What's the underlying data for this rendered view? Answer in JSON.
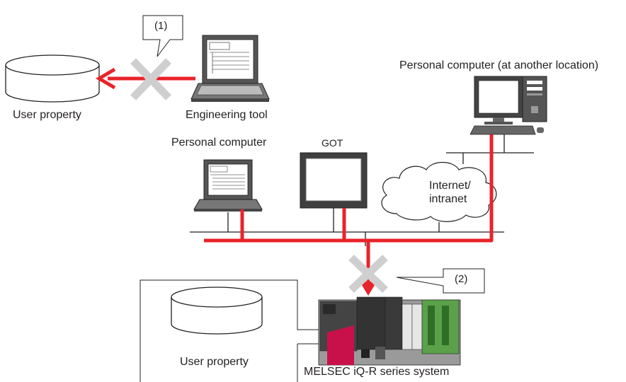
{
  "labels": {
    "user_property_left": "User property",
    "engineering_tool": "Engineering tool",
    "callout_1": "(1)",
    "pc_remote": "Personal computer (at another location)",
    "pc_local": "Personal computer",
    "got": "GOT",
    "internet_line1": "Internet/",
    "internet_line2": "intranet",
    "callout_2": "(2)",
    "user_property_bottom": "User property",
    "plc_system": "MELSEC iQ-R series system"
  },
  "colors": {
    "access_path": "#e8242a",
    "block_mark": "#cfcfcf",
    "line": "#231f20",
    "plc_module_dark": "#3a3a3a",
    "plc_module_red": "#c8114a",
    "plc_module_green": "#5aa14a"
  },
  "icons": [
    "database-icon",
    "laptop-icon",
    "desktop-computer-icon",
    "got-panel-icon",
    "cloud-icon",
    "plc-rack-icon",
    "blocked-x-icon"
  ]
}
